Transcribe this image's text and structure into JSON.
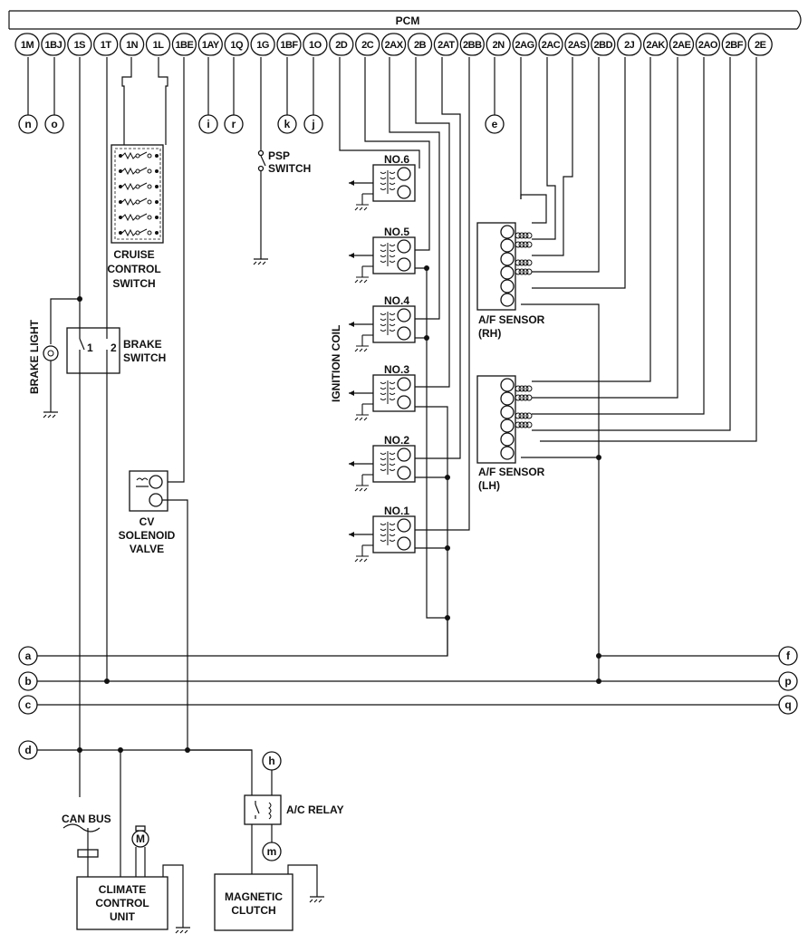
{
  "pcm": {
    "title": "PCM"
  },
  "pins": [
    "1M",
    "1BJ",
    "1S",
    "1T",
    "1N",
    "1L",
    "1BE",
    "1AY",
    "1Q",
    "1G",
    "1BF",
    "1O",
    "2D",
    "2C",
    "2AX",
    "2B",
    "2AT",
    "2BB",
    "2N",
    "2AG",
    "2AC",
    "2AS",
    "2BD",
    "2J",
    "2AK",
    "2AE",
    "2AO",
    "2BF",
    "2E"
  ],
  "top_connectors": {
    "n": "n",
    "o": "o",
    "i": "i",
    "r": "r",
    "k": "k",
    "j": "j",
    "e": "e"
  },
  "left_connectors": {
    "a": "a",
    "b": "b",
    "c": "c",
    "d": "d"
  },
  "right_connectors": {
    "f": "f",
    "p": "p",
    "q": "q"
  },
  "relay_connectors": {
    "h": "h",
    "m": "m"
  },
  "labels": {
    "psp_switch_1": "PSP",
    "psp_switch_2": "SWITCH",
    "cruise_1": "CRUISE",
    "cruise_2": "CONTROL",
    "cruise_3": "SWITCH",
    "brake_light": "BRAKE LIGHT",
    "brake_switch_1": "BRAKE",
    "brake_switch_2": "SWITCH",
    "brake_pin1": "1",
    "brake_pin2": "2",
    "cv_1": "CV",
    "cv_2": "SOLENOID",
    "cv_3": "VALVE",
    "ignition_coil": "IGNITION COIL",
    "coils": [
      "NO.6",
      "NO.5",
      "NO.4",
      "NO.3",
      "NO.2",
      "NO.1"
    ],
    "af_rh_1": "A/F SENSOR",
    "af_rh_2": "(RH)",
    "af_lh_1": "A/F SENSOR",
    "af_lh_2": "(LH)",
    "can_bus": "CAN BUS",
    "motor": "M",
    "climate_1": "CLIMATE",
    "climate_2": "CONTROL",
    "climate_3": "UNIT",
    "ac_relay": "A/C RELAY",
    "clutch_1": "MAGNETIC",
    "clutch_2": "CLUTCH"
  }
}
